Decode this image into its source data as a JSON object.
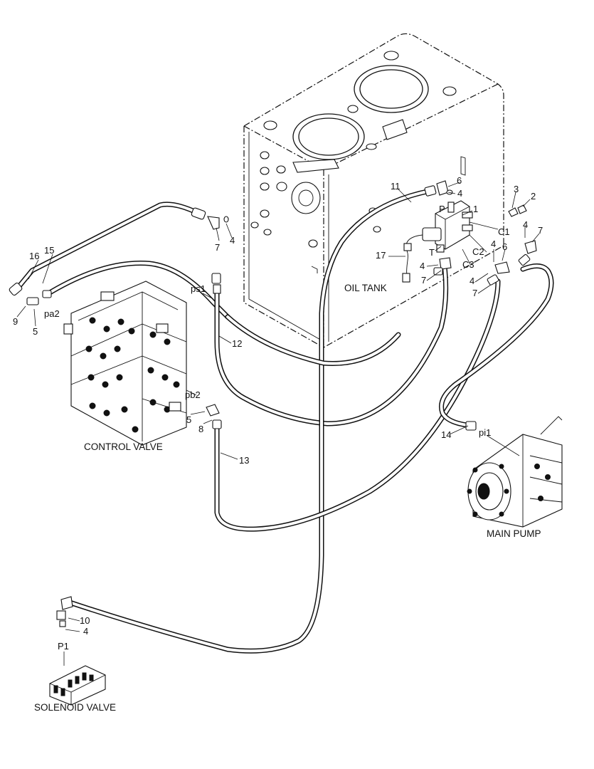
{
  "diagram": {
    "components": {
      "oil_tank": "OIL TANK",
      "control_valve": "CONTROL VALVE",
      "main_pump": "MAIN PUMP",
      "solenoid_valve": "SOLENOID VALVE"
    },
    "port_labels": {
      "P": "P",
      "T": "T",
      "C1": "C1",
      "C2": "C2",
      "C3": "C3",
      "ps1": "ps1",
      "pa2": "pa2",
      "pb2": "pb2",
      "pi1": "pi1",
      "P1": "P1"
    },
    "callouts": {
      "c1": "1",
      "c2": "2",
      "c3": "3",
      "c4a": "4",
      "c4b": "4",
      "c4c": "4",
      "c4d": "4",
      "c4e": "4",
      "c4f": "4",
      "c4g": "4",
      "c5a": "5",
      "c5b": "5",
      "c6a": "6",
      "c6b": "6",
      "c7a": "7",
      "c7b": "7",
      "c7c": "7",
      "c7d": "7",
      "c8": "8",
      "c9": "9",
      "c10": "10",
      "c11": "11",
      "c12": "12",
      "c13": "13",
      "c14": "14",
      "c15": "15",
      "c16": "16",
      "c17": "17"
    }
  }
}
